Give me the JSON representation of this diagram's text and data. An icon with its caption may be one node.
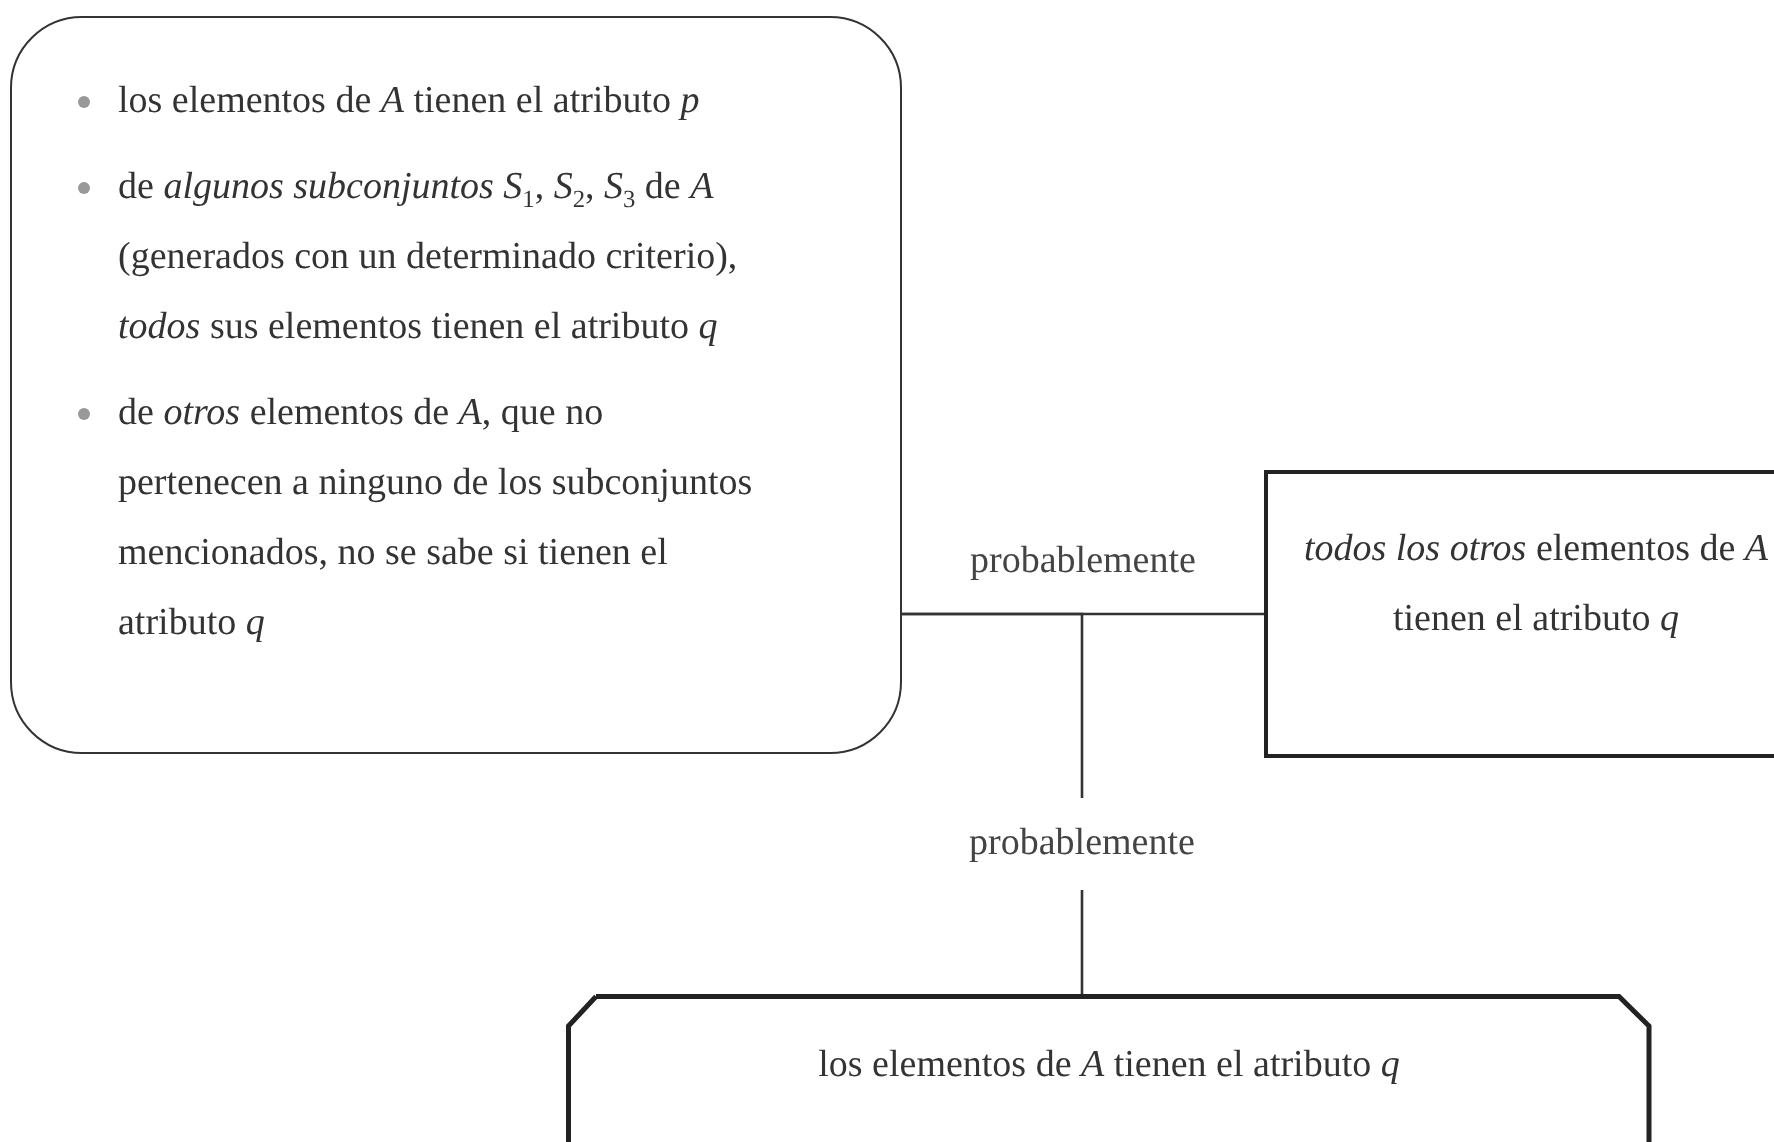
{
  "diagram": {
    "nodes": [
      {
        "text": [
          "los elementos de *A* tienen el atributo *p*",
          "de *algunos subconjuntos S*$_{1}$, *S*$_{2}$, *S*$_{3}$ de *A* (generados con un determinado criterio), *todos* sus elementos tienen el atributo *q*",
          "de *otros* elementos de *A*, que no pertenecen a ninguno de los subconjuntos mencionados, no se sabe si tienen el atributo *q*"
        ]
      },
      {
        "text": [
          "*todos los otros* elementos de *A* tienen el atributo *q*"
        ]
      },
      {
        "text": [
          "los elementos de *A* tienen el atributo *q*"
        ]
      }
    ],
    "edges": [
      {
        "from": 0,
        "to": 1,
        "arrow": "none",
        "label": "probablemente"
      },
      {
        "from": 0,
        "to": 2,
        "arrow": "none",
        "label": "probablemente"
      }
    ]
  }
}
